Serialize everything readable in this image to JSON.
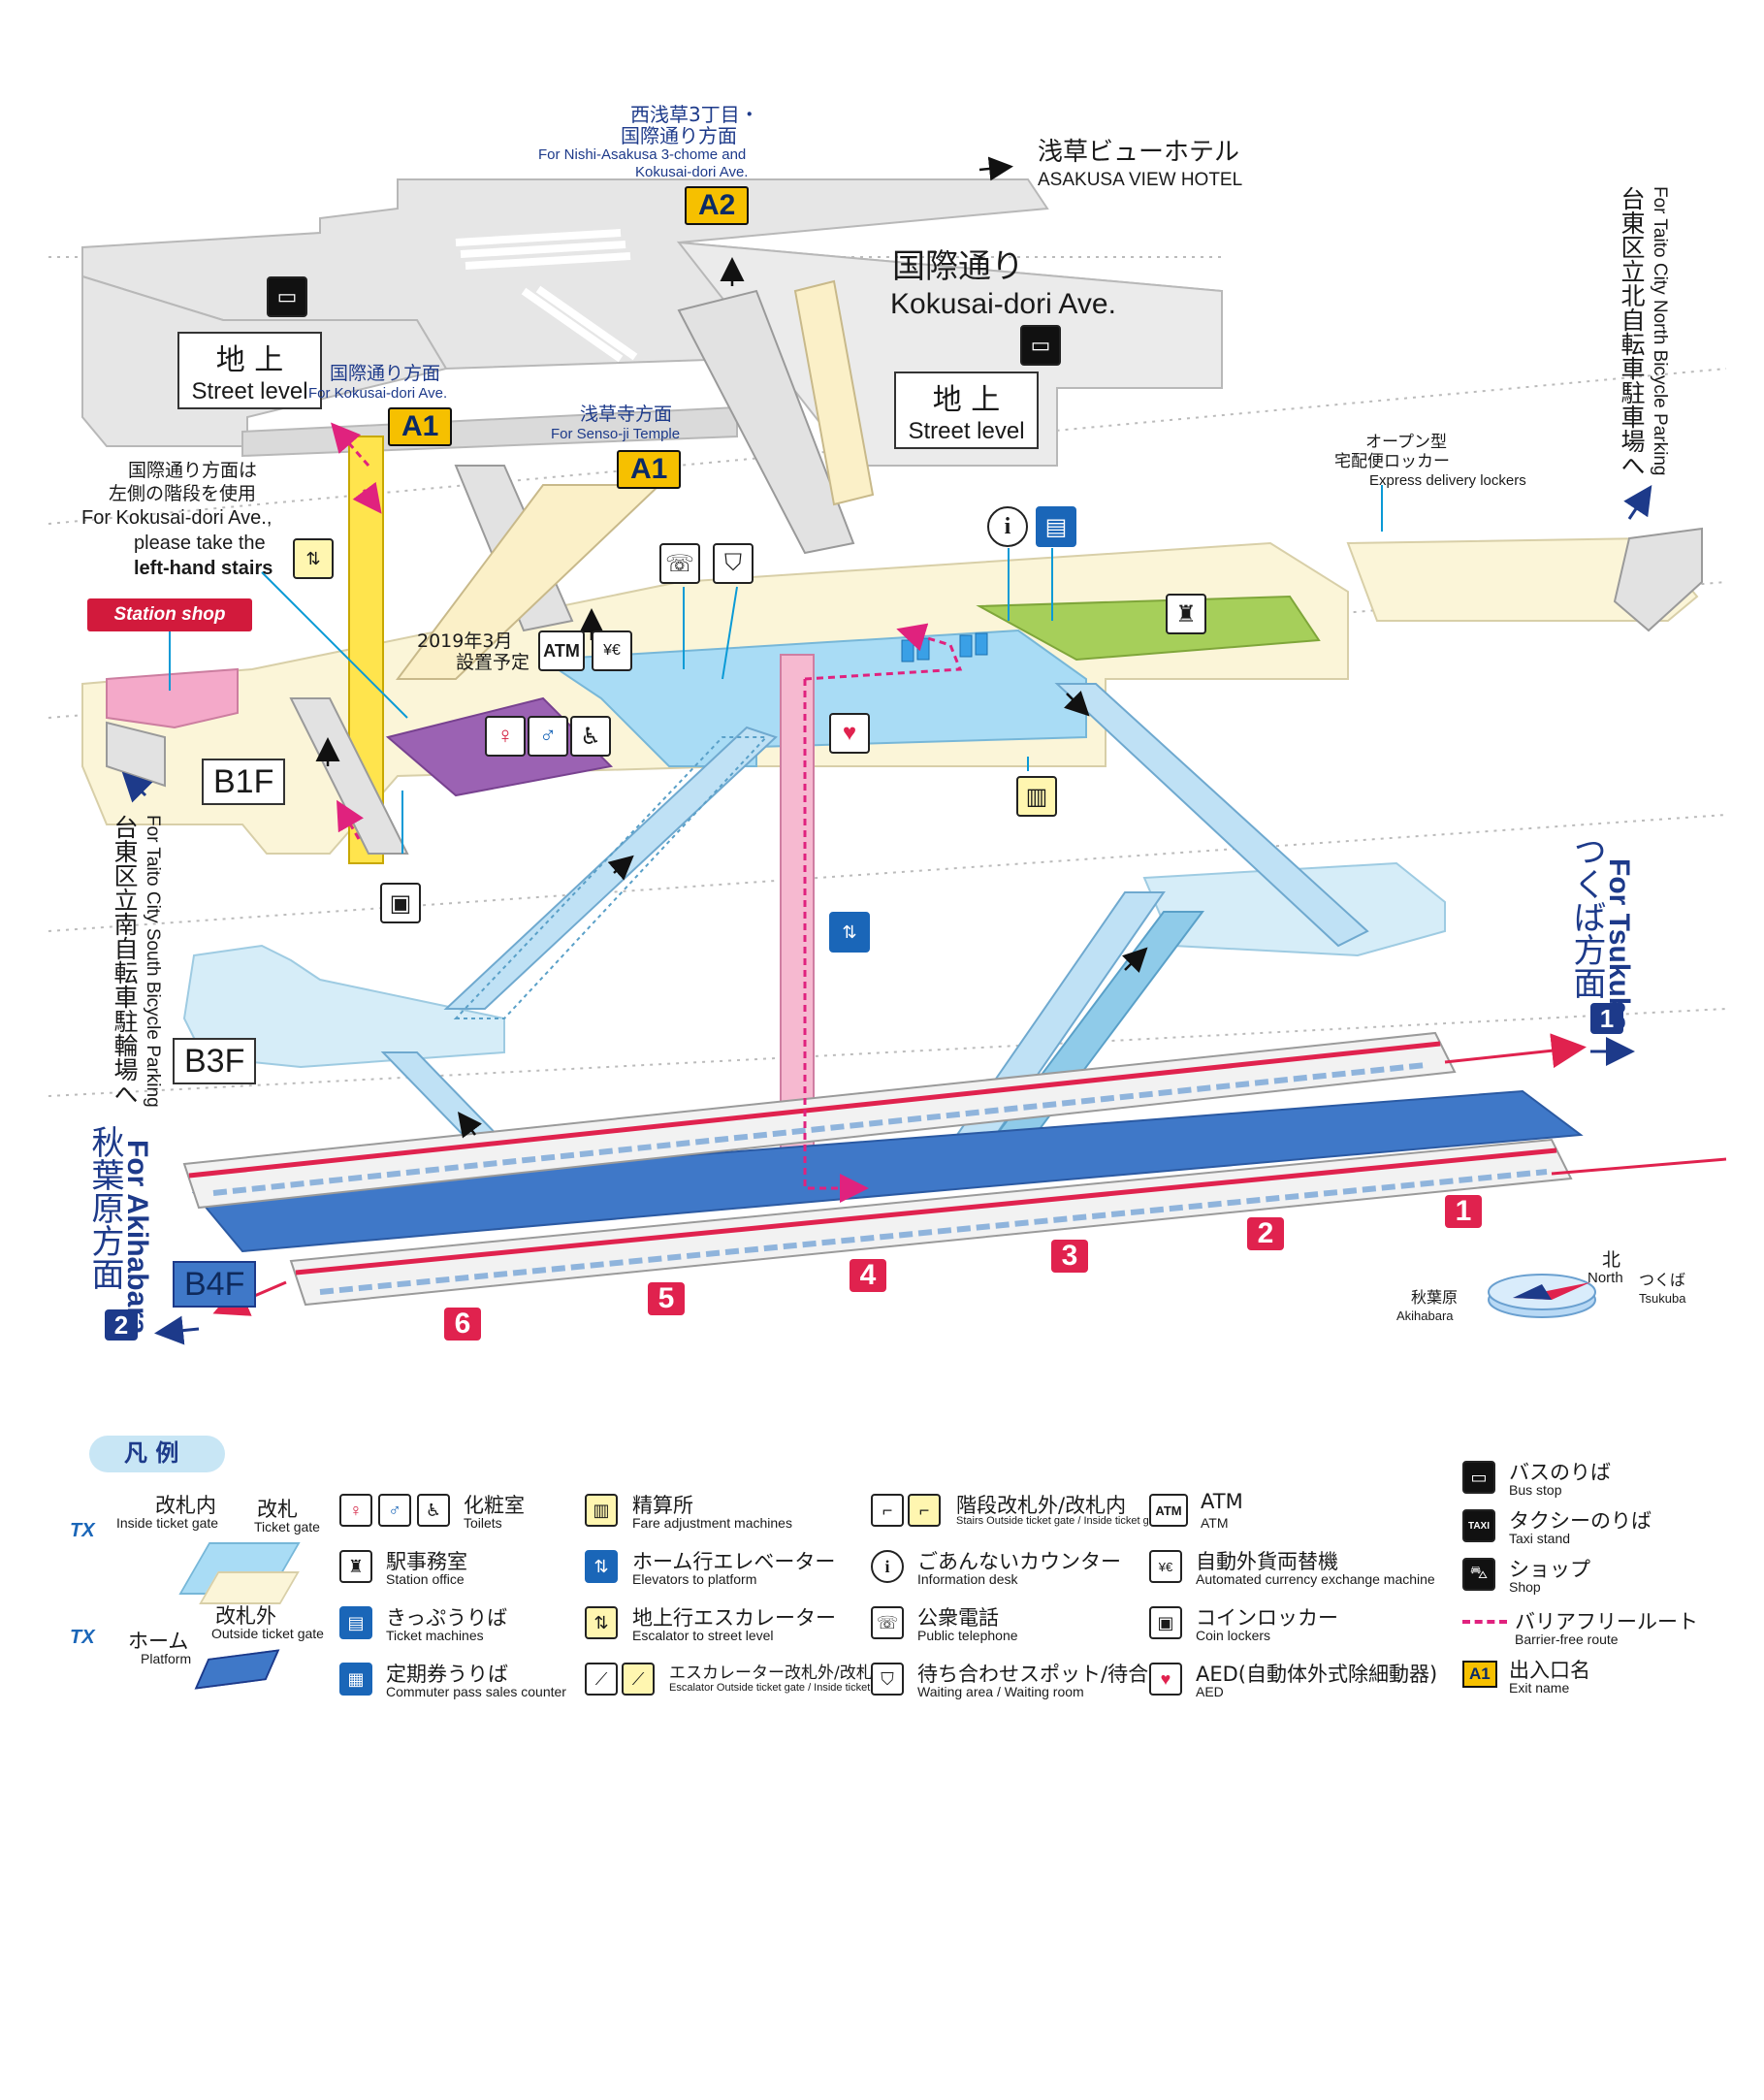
{
  "top": {
    "nishi_jp": "西浅草3丁目・",
    "kokusai_houmen_jp": "国際通り方面",
    "nishi_en1": "For Nishi-Asakusa 3-chome and",
    "nishi_en2": "Kokusai-dori Ave.",
    "exit_a2": "A2",
    "view_hotel_jp": "浅草ビューホテル",
    "view_hotel_en": "ASAKUSA VIEW HOTEL",
    "kokusai_dori_jp": "国際通り",
    "kokusai_dori_en": "Kokusai-dori Ave.",
    "street_jp": "地 上",
    "street_en": "Street level",
    "a1_left_jp": "国際通り方面",
    "a1_left_en": "For Kokusai-dori Ave.",
    "exit_a1": "A1",
    "sensoji_jp": "浅草寺方面",
    "sensoji_en": "For Senso-ji Temple",
    "stairs_note_jp1": "国際通り方面は",
    "stairs_note_jp2": "左側の階段を使用",
    "stairs_note_en1": "For Kokusai-dori Ave.,",
    "stairs_note_en2": "please take the",
    "stairs_note_en3": "left-hand stairs",
    "station_shop": "Station shop",
    "atm_plan_jp1": "2019年3月",
    "atm_plan_jp2": "設置予定",
    "atm": "ATM",
    "lockers_jp1": "オープン型",
    "lockers_jp2": "宅配便ロッカー",
    "lockers_en": "Express delivery lockers",
    "north_bike_en": "For Taito City North Bicycle Parking",
    "north_bike_jp": "台東区立北自転車駐車場へ",
    "south_bike_en": "For Taito City South Bicycle Parking",
    "south_bike_jp": "台東区立南自転車駐輪場へ"
  },
  "floors": {
    "b1": "B1F",
    "b3": "B3F",
    "b4": "B4F"
  },
  "directions": {
    "tsukuba_en": "For Tsukuba",
    "tsukuba_jp": "つくば方面",
    "tsukuba_num": "1",
    "akihabara_en": "For Akihabara",
    "akihabara_jp": "秋葉原方面",
    "akihabara_num": "2"
  },
  "cars": [
    "1",
    "2",
    "3",
    "4",
    "5",
    "6"
  ],
  "compass": {
    "north_jp": "北",
    "north_en": "North",
    "akihabara_jp": "秋葉原",
    "akihabara_en": "Akihabara",
    "tsukuba_jp": "つくば",
    "tsukuba_en": "Tsukuba"
  },
  "legend": {
    "title": "凡 例",
    "inside_gate_jp": "改札内",
    "inside_gate_en": "Inside ticket gate",
    "gate_jp": "改札",
    "gate_en": "Ticket gate",
    "outside_gate_jp": "改札外",
    "outside_gate_en": "Outside ticket gate",
    "platform_jp": "ホーム",
    "platform_en": "Platform",
    "tx": "TX",
    "items": [
      {
        "jp": "化粧室",
        "en": "Toilets"
      },
      {
        "jp": "駅事務室",
        "en": "Station office"
      },
      {
        "jp": "きっぷうりば",
        "en": "Ticket machines"
      },
      {
        "jp": "定期券うりば",
        "en": "Commuter pass sales counter"
      },
      {
        "jp": "精算所",
        "en": "Fare adjustment machines"
      },
      {
        "jp": "ホーム行エレベーター",
        "en": "Elevators to platform"
      },
      {
        "jp": "地上行エスカレーター",
        "en": "Escalator to street level"
      },
      {
        "jp": "エスカレーター改札外/改札内",
        "en": "Escalator Outside ticket gate / Inside ticket gate"
      },
      {
        "jp": "階段改札外/改札内",
        "en": "Stairs Outside ticket gate / Inside ticket gate"
      },
      {
        "jp": "ごあんないカウンター",
        "en": "Information desk"
      },
      {
        "jp": "公衆電話",
        "en": "Public telephone"
      },
      {
        "jp": "待ち合わせスポット/待合室",
        "en": "Waiting area / Waiting room"
      },
      {
        "jp": "ATM",
        "en": "ATM"
      },
      {
        "jp": "自動外貨両替機",
        "en": "Automated currency exchange machine"
      },
      {
        "jp": "コインロッカー",
        "en": "Coin lockers"
      },
      {
        "jp": "AED(自動体外式除細動器)",
        "en": "AED"
      },
      {
        "jp": "バスのりば",
        "en": "Bus stop"
      },
      {
        "jp": "タクシーのりば",
        "en": "Taxi stand"
      },
      {
        "jp": "ショップ",
        "en": "Shop"
      },
      {
        "jp": "バリアフリールート",
        "en": "Barrier-free route"
      },
      {
        "jp": "出入口名",
        "en": "Exit name"
      }
    ],
    "a1_badge": "A1",
    "taxi": "TAXI"
  },
  "colors": {
    "street_gray": "#e6e6e6",
    "b1_cream": "#fbf5d8",
    "concourse_blue": "#a9dcf5",
    "platform_blue": "#3f78c8",
    "exit_yellow": "#f6c000",
    "car_red": "#e0224e",
    "navy": "#1d3a8a",
    "elevator_pink": "#f6b9d0",
    "office_green": "#a6cf5a",
    "shop_pink": "#f4a9c9",
    "toilet_purple": "#9b62b3"
  }
}
